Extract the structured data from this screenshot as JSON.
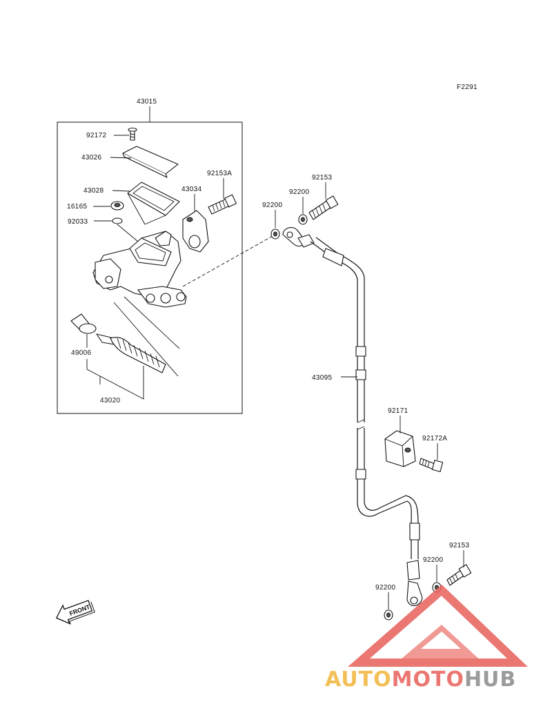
{
  "figure_code": "F2291",
  "front_label": "FRONT",
  "parts": {
    "master_cylinder": "43015",
    "screw_top": "92172",
    "cap": "43026",
    "diaphragm": "43028",
    "clamp": "43034",
    "bolt_clamp": "92153A",
    "plate": "16165",
    "oring": "92033",
    "boot": "49006",
    "piston_set": "43020",
    "bolt_banjo_top": "92153",
    "washer_top_outer": "92200",
    "washer_top_inner": "92200",
    "hose": "43095",
    "hose_holder": "92171",
    "bolt_holder": "92172A",
    "bolt_banjo_bottom": "92153",
    "washer_bottom_upper": "92200",
    "washer_bottom_lower": "92200"
  },
  "watermark": {
    "part1": "AUTO",
    "part2": "MOTO",
    "part3": "HUB",
    "color_red": "#e8605a",
    "color_orange": "#f2b53a",
    "color_gray": "#8a8a8a"
  }
}
